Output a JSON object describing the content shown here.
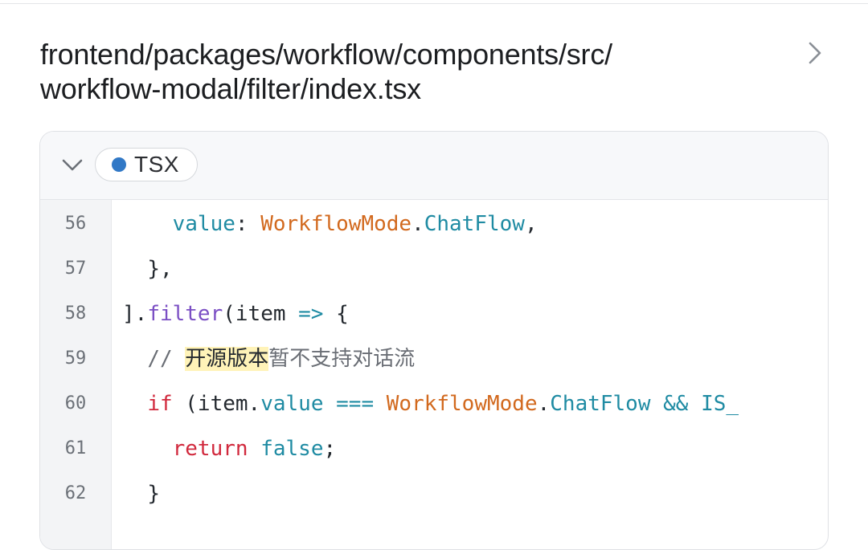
{
  "file": {
    "path_line1": "frontend/packages/workflow/components/src/",
    "path_line2": "workflow-modal/filter/index.tsx"
  },
  "icons": {
    "open": "chevron-right-icon",
    "collapse": "chevron-down-icon"
  },
  "badge": {
    "label": "TSX",
    "dot_color": "#3178c6"
  },
  "code": {
    "lines": [
      {
        "number": "56",
        "tokens": [
          {
            "t": "    "
          },
          {
            "t": "value",
            "c": "prop"
          },
          {
            "t": ": ",
            "c": "punc"
          },
          {
            "t": "WorkflowMode",
            "c": "type"
          },
          {
            "t": ".",
            "c": "punc"
          },
          {
            "t": "ChatFlow",
            "c": "prop"
          },
          {
            "t": ",",
            "c": "punc"
          }
        ]
      },
      {
        "number": "57",
        "tokens": [
          {
            "t": "  "
          },
          {
            "t": "},",
            "c": "punc"
          }
        ]
      },
      {
        "number": "58",
        "tokens": [
          {
            "t": "].",
            "c": "punc"
          },
          {
            "t": "filter",
            "c": "fn"
          },
          {
            "t": "(item ",
            "c": "punc"
          },
          {
            "t": "=>",
            "c": "op"
          },
          {
            "t": " {",
            "c": "punc"
          }
        ]
      },
      {
        "number": "59",
        "tokens": [
          {
            "t": "  "
          },
          {
            "t": "// ",
            "c": "cmt"
          },
          {
            "t": "开源版本",
            "c": "hl"
          },
          {
            "t": "暂不支持对话流",
            "c": "cmt"
          }
        ]
      },
      {
        "number": "60",
        "tokens": [
          {
            "t": "  "
          },
          {
            "t": "if",
            "c": "kw"
          },
          {
            "t": " (item.",
            "c": "punc"
          },
          {
            "t": "value",
            "c": "prop"
          },
          {
            "t": " ",
            "c": "punc"
          },
          {
            "t": "===",
            "c": "op"
          },
          {
            "t": " ",
            "c": "punc"
          },
          {
            "t": "WorkflowMode",
            "c": "type"
          },
          {
            "t": ".",
            "c": "punc"
          },
          {
            "t": "ChatFlow",
            "c": "prop"
          },
          {
            "t": " ",
            "c": "punc"
          },
          {
            "t": "&&",
            "c": "op"
          },
          {
            "t": " ",
            "c": "punc"
          },
          {
            "t": "IS_",
            "c": "prop"
          }
        ]
      },
      {
        "number": "61",
        "tokens": [
          {
            "t": "    "
          },
          {
            "t": "return",
            "c": "kw"
          },
          {
            "t": " ",
            "c": "punc"
          },
          {
            "t": "false",
            "c": "prop"
          },
          {
            "t": ";",
            "c": "punc"
          }
        ]
      },
      {
        "number": "62",
        "tokens": [
          {
            "t": "  "
          },
          {
            "t": "}",
            "c": "punc"
          }
        ]
      }
    ]
  }
}
